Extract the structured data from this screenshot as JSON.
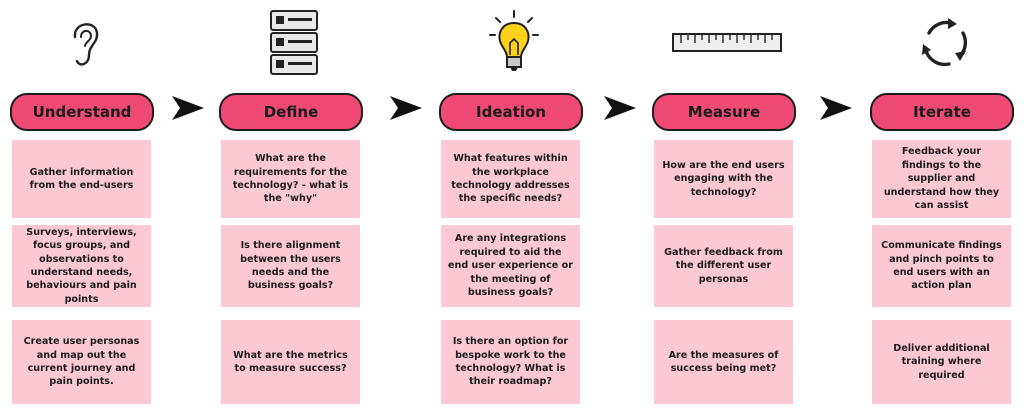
{
  "stages": [
    {
      "title": "Understand",
      "icon": "ear-icon",
      "cards": [
        "Gather information from the end-users",
        "Surveys, interviews, focus groups, and observations to understand needs, behaviours and pain points",
        "Create user personas and map out the current journey and pain points."
      ]
    },
    {
      "title": "Define",
      "icon": "checklist-icon",
      "cards": [
        "What are the requirements for the technology? - what is the \"why\"",
        "Is there alignment between the users needs and the business goals?",
        "What are the metrics to measure success?"
      ]
    },
    {
      "title": "Ideation",
      "icon": "lightbulb-icon",
      "cards": [
        "What features within the workplace technology addresses the specific needs?",
        "Are any integrations required to aid the end user experience or the meeting of business goals?",
        "Is there an option for bespoke work to the technology? What is their roadmap?"
      ]
    },
    {
      "title": "Measure",
      "icon": "ruler-icon",
      "cards": [
        "How are the end users engaging with the technology?",
        "Gather feedback from the different user personas",
        "Are the measures of success being met?"
      ]
    },
    {
      "title": "Iterate",
      "icon": "cycle-arrows-icon",
      "cards": [
        "Feedback your findings to the supplier and understand how they can assist",
        "Communicate findings and pinch points to end users with an action plan",
        "Deliver additional training where required"
      ]
    }
  ],
  "colors": {
    "header": "#ee4a74",
    "card": "#fbc8d4",
    "lightbulb": "#ffd21a"
  }
}
